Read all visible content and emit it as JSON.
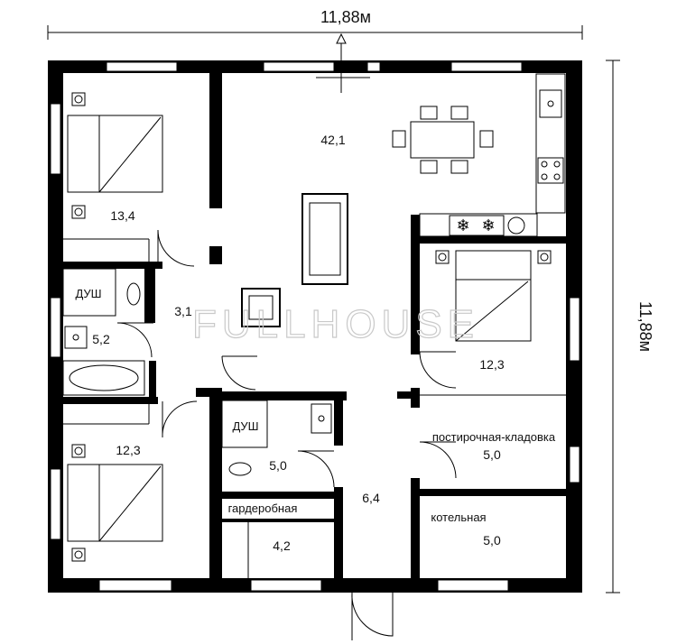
{
  "dimensions": {
    "top": "11,88м",
    "right": "11,88м"
  },
  "watermark": "FULLHOUSE",
  "rooms": {
    "living": {
      "area": "42,1"
    },
    "bedroom_top_left": {
      "area": "13,4"
    },
    "hall_small": {
      "area": "3,1"
    },
    "bath_left": {
      "name": "ДУШ",
      "area": "5,2"
    },
    "bedroom_bottom_left": {
      "area": "12,3"
    },
    "bedroom_right": {
      "area": "12,3"
    },
    "bath_center": {
      "name": "ДУШ",
      "area": "5,0"
    },
    "corridor": {
      "area": "6,4"
    },
    "wardrobe": {
      "name": "гардеробная",
      "area": "4,2"
    },
    "laundry": {
      "name": "постирочная-кладовка",
      "area": "5,0"
    },
    "boiler": {
      "name": "котельная",
      "area": "5,0"
    }
  }
}
